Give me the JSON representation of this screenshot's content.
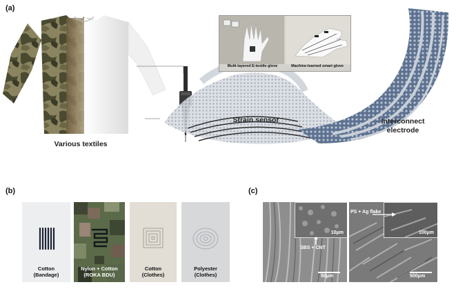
{
  "panels": {
    "a": {
      "label": "(a)"
    },
    "b": {
      "label": "(b)"
    },
    "c": {
      "label": "(c)"
    }
  },
  "panel_a": {
    "textiles_caption": "Various textiles",
    "strain_caption": "Strain sensor",
    "interconnect_caption_line1": "Interconnect",
    "interconnect_caption_line2": "electrode",
    "glove_left_label": "Multi-layered E-textile glove",
    "glove_right_label": "Machine-learned smart glove"
  },
  "panel_b": {
    "samples": [
      {
        "line1": "Cotton",
        "line2": "(Bandage)"
      },
      {
        "line1": "Nylon + Cotton",
        "line2": "(ROKA BDU)"
      },
      {
        "line1": "Cotton",
        "line2": "(Clothes)"
      },
      {
        "line1": "Polyester",
        "line2": "(Clothes)"
      }
    ]
  },
  "panel_c": {
    "left": {
      "annotation": "SBS + CNT",
      "inset_scale": "10μm",
      "main_scale": "50μm"
    },
    "right": {
      "annotation": "PS + Ag flake",
      "inset_scale": "100μm",
      "main_scale": "500μm"
    }
  },
  "colors": {
    "camo_dark": "#4a4a30",
    "camo_light": "#8a8460",
    "shirt_white": "#f2f2f2",
    "electrode_blue": "#4a5f7a",
    "electrode_silver": "#c9cfd8",
    "sem_gray": "#8e8e8e"
  }
}
